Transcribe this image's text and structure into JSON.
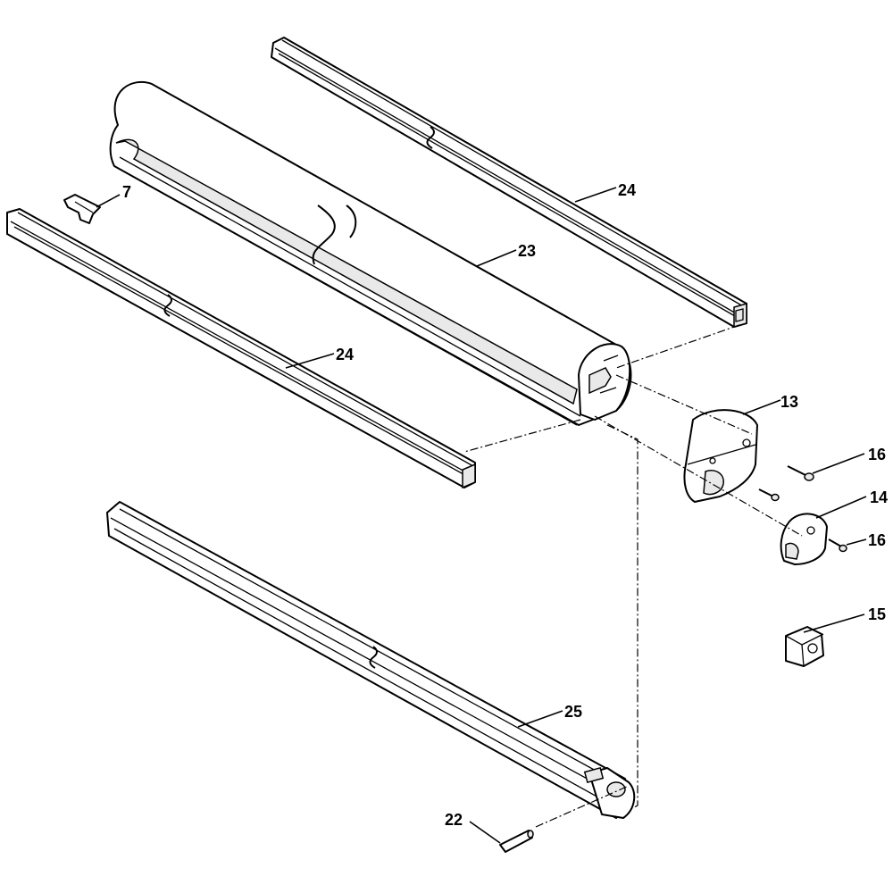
{
  "parts": [
    {
      "id": "part-7",
      "label": "7"
    },
    {
      "id": "part-13",
      "label": "13"
    },
    {
      "id": "part-14",
      "label": "14"
    },
    {
      "id": "part-15",
      "label": "15"
    },
    {
      "id": "part-16-upper",
      "label": "16"
    },
    {
      "id": "part-16-lower",
      "label": "16"
    },
    {
      "id": "part-22",
      "label": "22"
    },
    {
      "id": "part-23",
      "label": "23"
    },
    {
      "id": "part-24-upper",
      "label": "24"
    },
    {
      "id": "part-24-lower",
      "label": "24"
    },
    {
      "id": "part-25",
      "label": "25"
    }
  ]
}
